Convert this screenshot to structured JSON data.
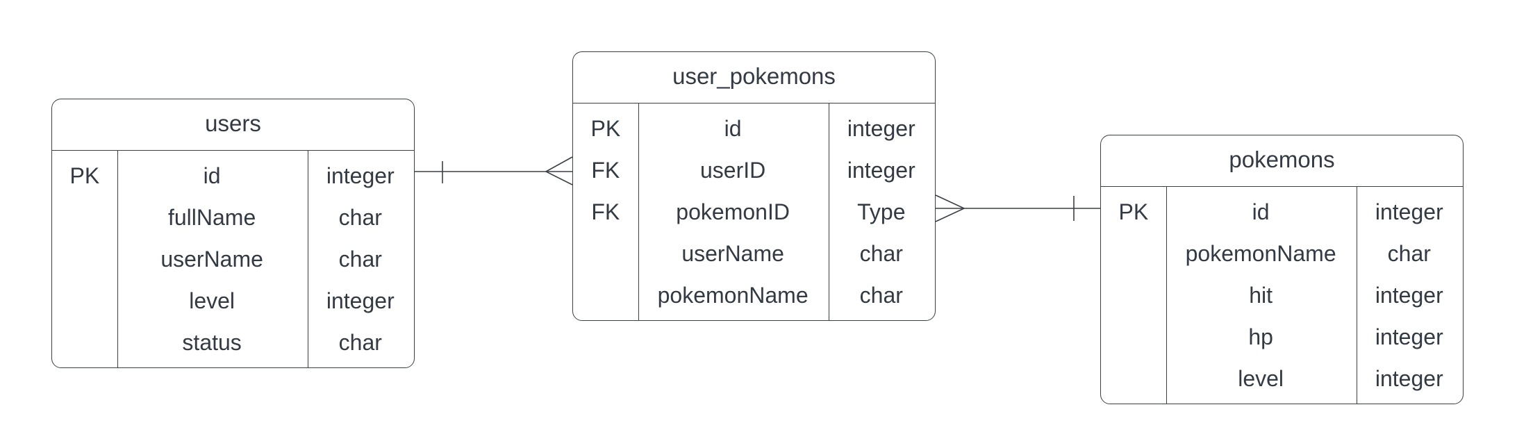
{
  "entities": [
    {
      "id": "users",
      "title": "users",
      "rows": [
        {
          "key": "PK",
          "name": "id",
          "type": "integer"
        },
        {
          "key": "",
          "name": "fullName",
          "type": "char"
        },
        {
          "key": "",
          "name": "userName",
          "type": "char"
        },
        {
          "key": "",
          "name": "level",
          "type": "integer"
        },
        {
          "key": "",
          "name": "status",
          "type": "char"
        }
      ]
    },
    {
      "id": "user_pokemons",
      "title": "user_pokemons",
      "rows": [
        {
          "key": "PK",
          "name": "id",
          "type": "integer"
        },
        {
          "key": "FK",
          "name": "userID",
          "type": "integer"
        },
        {
          "key": "FK",
          "name": "pokemonID",
          "type": "Type"
        },
        {
          "key": "",
          "name": "userName",
          "type": "char"
        },
        {
          "key": "",
          "name": "pokemonName",
          "type": "char"
        }
      ]
    },
    {
      "id": "pokemons",
      "title": "pokemons",
      "rows": [
        {
          "key": "PK",
          "name": "id",
          "type": "integer"
        },
        {
          "key": "",
          "name": "pokemonName",
          "type": "char"
        },
        {
          "key": "",
          "name": "hit",
          "type": "integer"
        },
        {
          "key": "",
          "name": "hp",
          "type": "integer"
        },
        {
          "key": "",
          "name": "level",
          "type": "integer"
        }
      ]
    }
  ],
  "relationships": [
    {
      "from": "users",
      "from_end": "one",
      "to": "user_pokemons",
      "to_end": "many"
    },
    {
      "from": "user_pokemons",
      "from_end": "many",
      "to": "pokemons",
      "to_end": "one"
    }
  ],
  "colors": {
    "line": "#3a3f47",
    "text": "#333a44",
    "background": "#ffffff"
  }
}
